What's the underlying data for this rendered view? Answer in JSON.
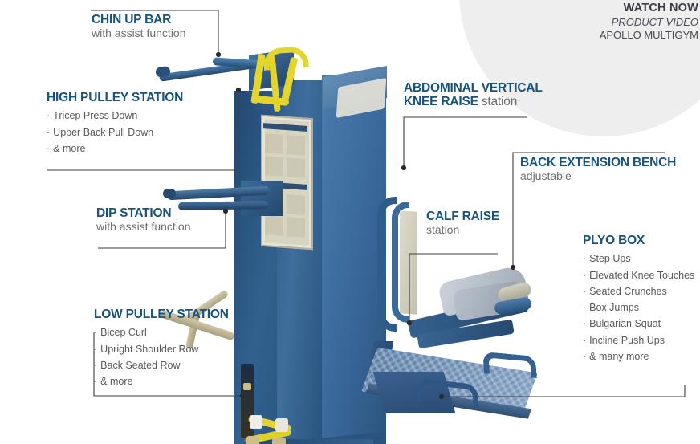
{
  "badge": {
    "title": "WATCH NOW",
    "subtitle": "PRODUCT VIDEO",
    "product": "APOLLO MULTIGYM"
  },
  "colors": {
    "heading": "#16537e",
    "body_text": "#58595b",
    "subtext": "#6d6e71",
    "badge_bg": "#eeeeee",
    "machine_blue": "#2f5d8c",
    "strap_yellow": "#e3d52e"
  },
  "callouts": [
    {
      "id": "chin-up-bar",
      "title": "CHIN UP BAR",
      "subtitle": "with assist function",
      "items": []
    },
    {
      "id": "high-pulley-station",
      "title": "HIGH PULLEY STATION",
      "subtitle": "",
      "items": [
        "Tricep Press Down",
        "Upper Back Pull Down",
        "& more"
      ]
    },
    {
      "id": "dip-station",
      "title": "DIP STATION",
      "subtitle": "with assist function",
      "items": []
    },
    {
      "id": "low-pulley-station",
      "title": "LOW PULLEY STATION",
      "subtitle": "",
      "items": [
        "Bicep Curl",
        "Upright Shoulder Row",
        "Back Seated Row",
        "& more"
      ]
    },
    {
      "id": "abdominal-vertical-knee-raise",
      "title_line1": "ABDOMINAL VERTICAL",
      "title_line2": "KNEE RAISE",
      "title_suffix": "station",
      "items": []
    },
    {
      "id": "back-extension-bench",
      "title": "BACK EXTENSION BENCH",
      "subtitle": "adjustable",
      "items": []
    },
    {
      "id": "calf-raise",
      "title": "CALF RAISE",
      "subtitle": "station",
      "items": []
    },
    {
      "id": "plyo-box",
      "title": "PLYO BOX",
      "subtitle": "",
      "items": [
        "Step Ups",
        "Elevated Knee Touches",
        "Seated Crunches",
        "Box Jumps",
        "Bulgarian Squat",
        "Incline Push Ups",
        "& many more"
      ]
    }
  ]
}
